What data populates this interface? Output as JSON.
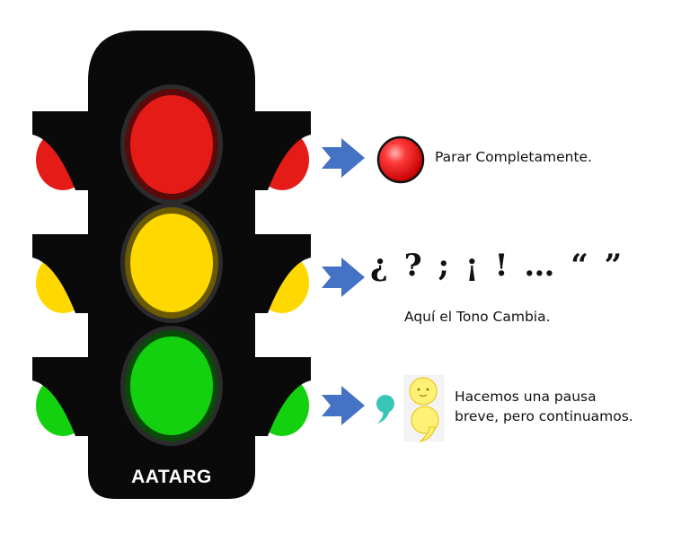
{
  "brand": "AATARG",
  "items": [
    {
      "label": "Parar Completamente."
    },
    {
      "label": "¿ ? ; ¡ ! … “ ”",
      "caption": "Aquí el Tono Cambia."
    },
    {
      "label_lines": [
        "Hacemos una pausa",
        "breve, pero continuamos."
      ]
    }
  ],
  "colors": {
    "housing": "#0a0a0a",
    "red": "#e41b17",
    "yellow": "#ffd800",
    "green": "#14d10f",
    "arrow": "#4472c4"
  },
  "icons": [
    "traffic-light-icon",
    "arrow-right-icon",
    "red-ball-icon",
    "comma-icon",
    "smiley-comma-icon"
  ]
}
